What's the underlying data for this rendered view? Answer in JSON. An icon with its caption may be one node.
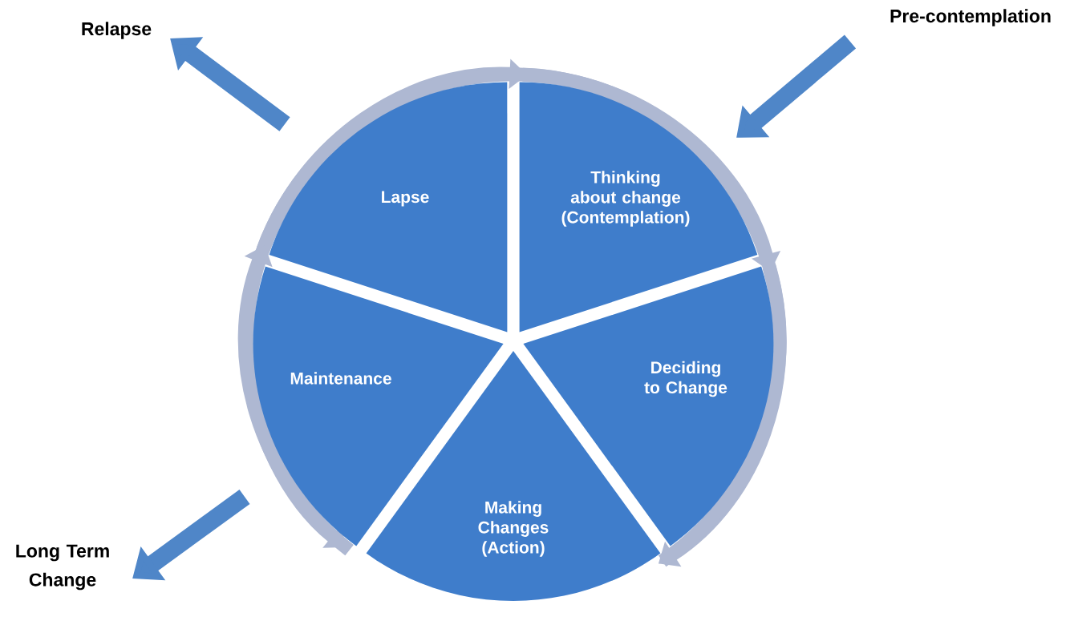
{
  "diagram": {
    "nodes": [
      {
        "text": [
          "Relapse"
        ]
      },
      {
        "text": [
          "Pre-contemplation"
        ]
      },
      {
        "text": [
          "Lapse"
        ]
      },
      {
        "text": [
          "Thinking about change (Contemplation)"
        ]
      },
      {
        "text": [
          "Deciding to Change"
        ]
      },
      {
        "text": [
          "Maintenance"
        ]
      },
      {
        "text": [
          "Making Changes (Action)"
        ]
      },
      {
        "text": [
          "Long Term Change"
        ]
      }
    ],
    "edges": [
      {
        "from": 2,
        "to": 3,
        "arrow": "to"
      },
      {
        "from": 3,
        "to": 4,
        "arrow": "to"
      },
      {
        "from": 4,
        "to": 6,
        "arrow": "to"
      },
      {
        "from": 6,
        "to": 5,
        "arrow": "to"
      },
      {
        "from": 5,
        "to": 2,
        "arrow": "to"
      },
      {
        "from": 1,
        "to": 3,
        "arrow": "to",
        "color": "#4f86c8"
      },
      {
        "from": 2,
        "to": 0,
        "arrow": "to",
        "color": "#4f86c8"
      },
      {
        "from": 5,
        "to": 7,
        "arrow": "to",
        "color": "#4f86c8"
      }
    ]
  }
}
